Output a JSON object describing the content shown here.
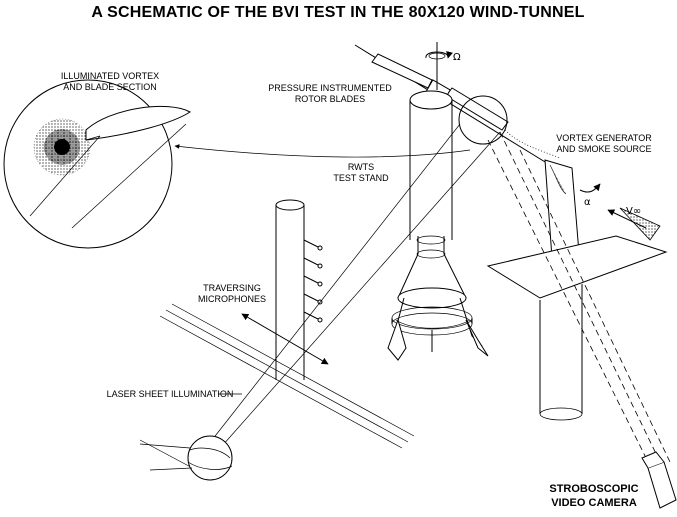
{
  "title": "A SCHEMATIC OF THE BVI TEST IN THE 80X120 WIND-TUNNEL",
  "labels": {
    "inset": [
      "ILLUMINATED VORTEX",
      "AND BLADE SECTION"
    ],
    "rotor_blades": [
      "PRESSURE INSTRUMENTED",
      "ROTOR BLADES"
    ],
    "test_stand": [
      "RWTS",
      "TEST STAND"
    ],
    "vortex_generator": [
      "VORTEX GENERATOR",
      "AND SMOKE SOURCE"
    ],
    "microphones": [
      "TRAVERSING",
      "MICROPHONES"
    ],
    "laser": "LASER SHEET ILLUMINATION",
    "camera": [
      "STROBOSCOPIC",
      "VIDEO CAMERA"
    ]
  },
  "symbols": {
    "rotation": "Ω",
    "angle": "α",
    "velocity": "V∞"
  }
}
